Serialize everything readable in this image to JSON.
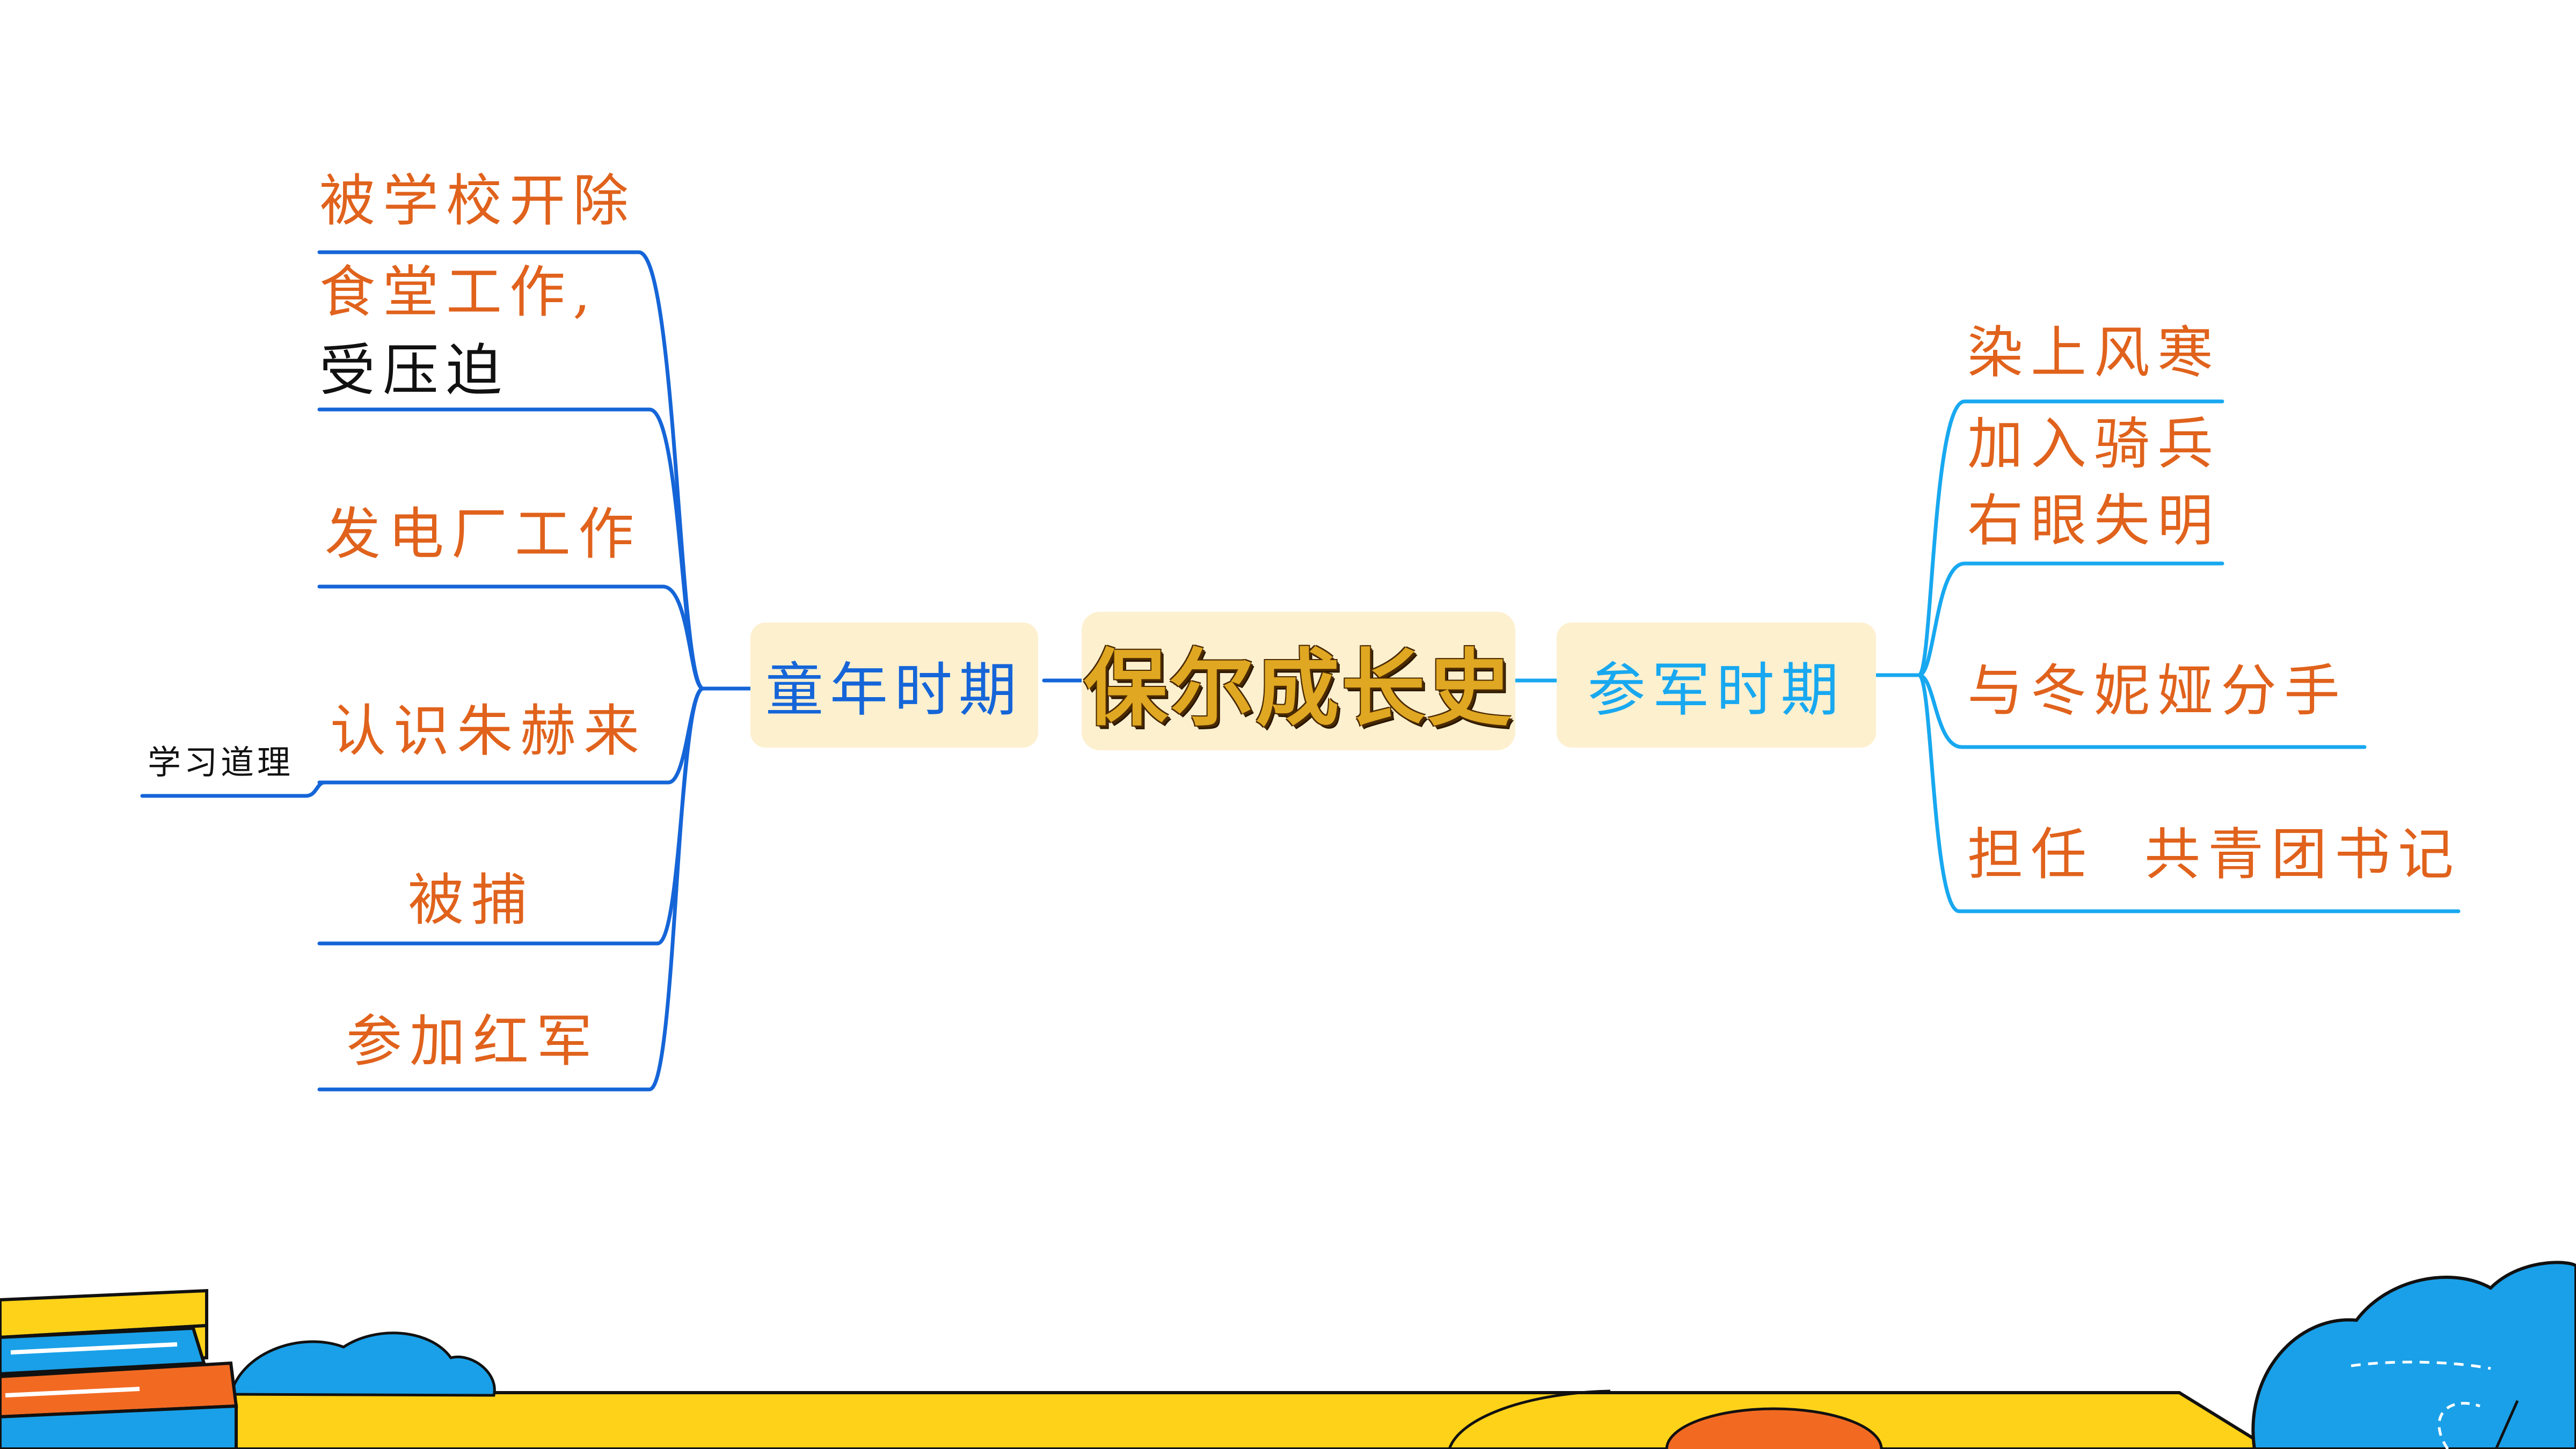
{
  "root": {
    "label": "保尔成长史"
  },
  "left_branch": {
    "label": "童年时期",
    "line_color": "#1565d8",
    "items": [
      {
        "text": "被学校开除"
      },
      {
        "line1": "食堂工作,",
        "line2": "受压迫"
      },
      {
        "text": "发电厂工作"
      },
      {
        "text": "认识朱赫来",
        "note": "学习道理"
      },
      {
        "text": "被捕"
      },
      {
        "text": "参加红军"
      }
    ]
  },
  "right_branch": {
    "label": "参军时期",
    "line_color": "#18a8f0",
    "items": [
      {
        "text": "染上风寒"
      },
      {
        "line1": "加入骑兵",
        "line2": "右眼失明"
      },
      {
        "text": "与冬妮娅分手"
      },
      {
        "text": "担任  共青团书记"
      }
    ]
  },
  "colors": {
    "item_text": "#e0621c",
    "node_fill": "#fdf0cf",
    "root_text": "#e0a722",
    "deco_yellow": "#ffd21a",
    "deco_blue": "#1aa0e8",
    "deco_orange": "#f26a22"
  }
}
